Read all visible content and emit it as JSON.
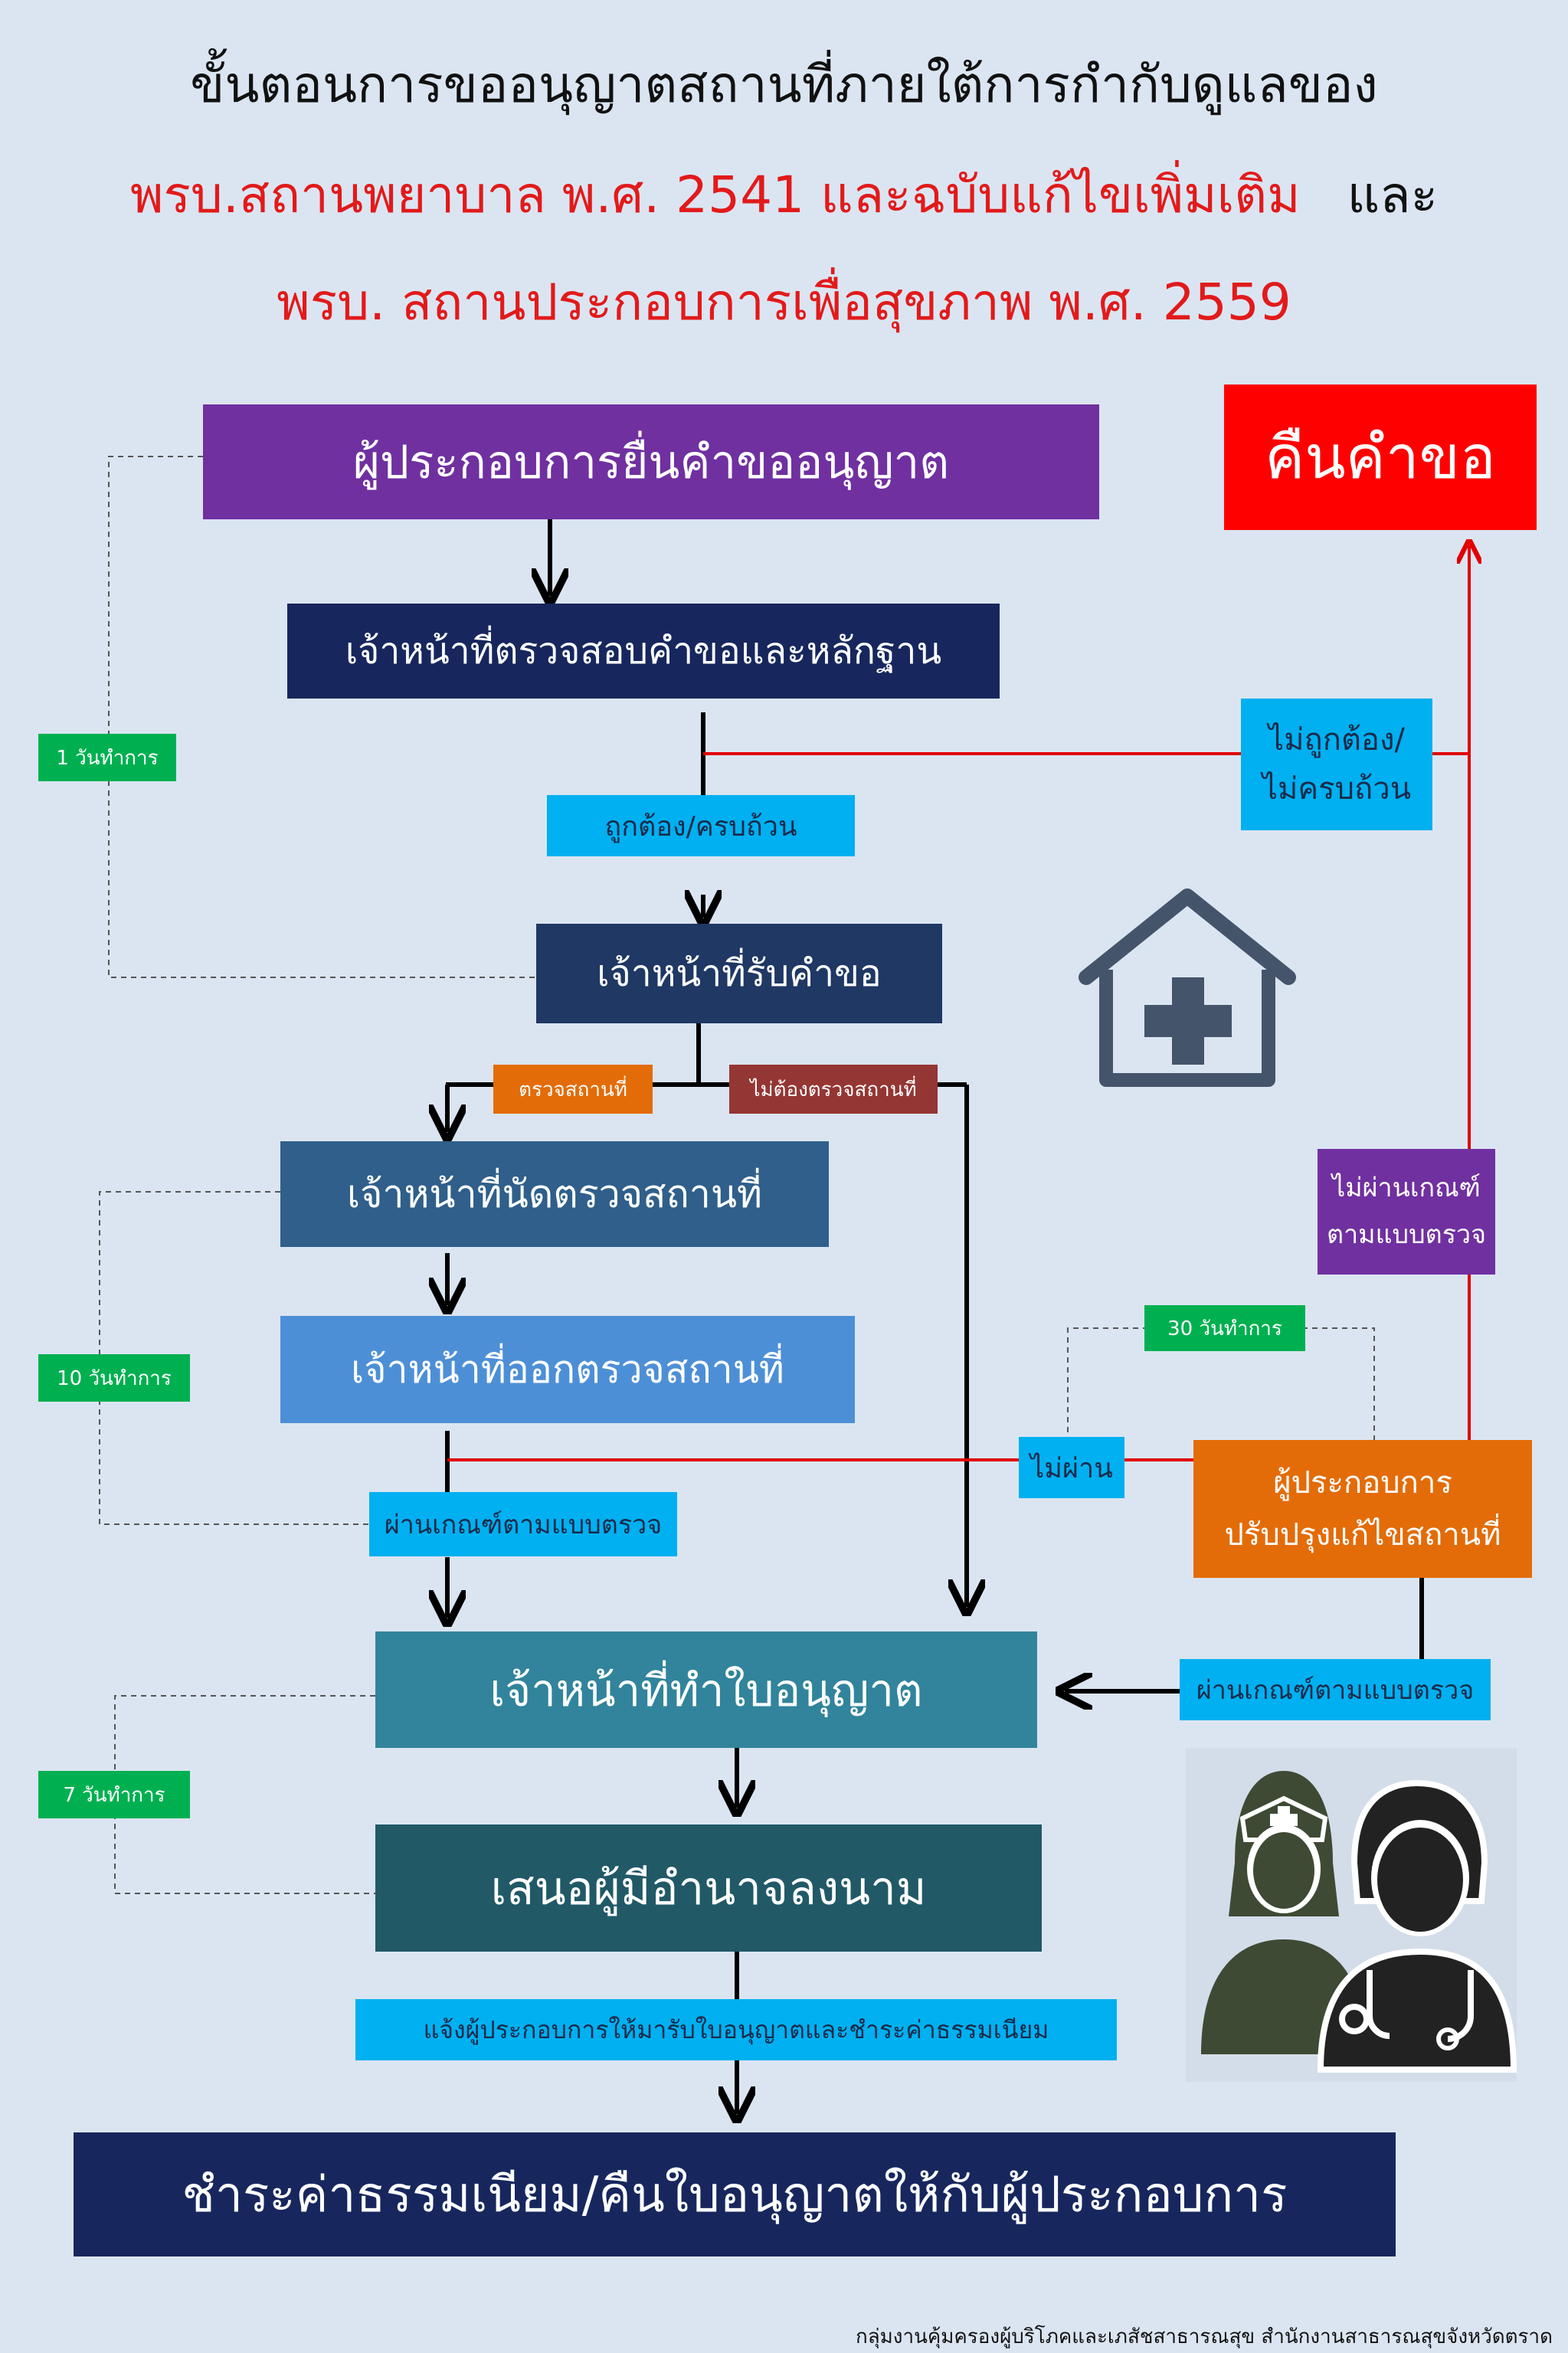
{
  "title": {
    "line1": "ขั้นตอนการขออนุญาตสถานที่ภายใต้การกำกับดูแลของ",
    "line2_red": "พรบ.สถานพยาบาล พ.ศ. 2541 และฉบับแก้ไขเพิ่มเติม",
    "line2_black": "และ",
    "line3": "พรบ. สถานประกอบการเพื่อสุขภาพ พ.ศ. 2559"
  },
  "steps": {
    "apply": "ผู้ประกอบการยื่นคำขออนุญาต",
    "check": "เจ้าหน้าที่ตรวจสอบคำขอและหลักฐาน",
    "receive": "เจ้าหน้าที่รับคำขอ",
    "schedule": "เจ้าหน้าที่นัดตรวจสถานที่",
    "inspect": "เจ้าหน้าที่ออกตรวจสถานที่",
    "issue": "เจ้าหน้าที่ทำใบอนุญาต",
    "sign": "เสนอผู้มีอำนาจลงนาม",
    "final": "ชำระค่าธรรมเนียม/คืนใบอนุญาตให้กับผู้ประกอบการ",
    "return_request": "คืนคำขอ",
    "improve_line1": "ผู้ประกอบการ",
    "improve_line2": "ปรับปรุงแก้ไขสถานที่"
  },
  "labels": {
    "correct": "ถูกต้อง/ครบถ้วน",
    "incorrect_line1": "ไม่ถูกต้อง/",
    "incorrect_line2": "ไม่ครบถ้วน",
    "inspect_site": "ตรวจสถานที่",
    "no_inspect": "ไม่ต้องตรวจสถานที่",
    "pass_criteria": "ผ่านเกณฑ์ตามแบบตรวจ",
    "fail": "ไม่ผ่าน",
    "fail_criteria_line1": "ไม่ผ่านเกณฑ์",
    "fail_criteria_line2": "ตามแบบตรวจ",
    "pass_criteria_right": "ผ่านเกณฑ์ตามแบบตรวจ",
    "notify": "แจ้งผู้ประกอบการให้มารับใบอนุญาตและชำระค่าธรรมเนียม"
  },
  "durations": {
    "d1": "1 วันทำการ",
    "d10": "10 วันทำการ",
    "d30": "30 วันทำการ",
    "d7": "7 วันทำการ"
  },
  "footer": "กลุ่มงานคุ้มครองผู้บริโภคและเภสัชสาธารณสุข สำนักงานสาธารณสุขจังหวัดตราด",
  "icons": [
    "hospital-house-icon",
    "nurse-icon",
    "doctor-icon"
  ],
  "colors": {
    "background": "#dbe5f2",
    "purple": "#7030a0",
    "navy": "#17275e",
    "dark_blue": "#1f3864",
    "steel_blue": "#2f5f8a",
    "light_blue": "#4d8fd6",
    "teal": "#31849b",
    "dark_teal": "#215967",
    "cyan": "#00b0f0",
    "green": "#00b050",
    "orange": "#e36c09",
    "brown": "#943634",
    "red": "#ff0000",
    "violet": "#7030a0"
  }
}
